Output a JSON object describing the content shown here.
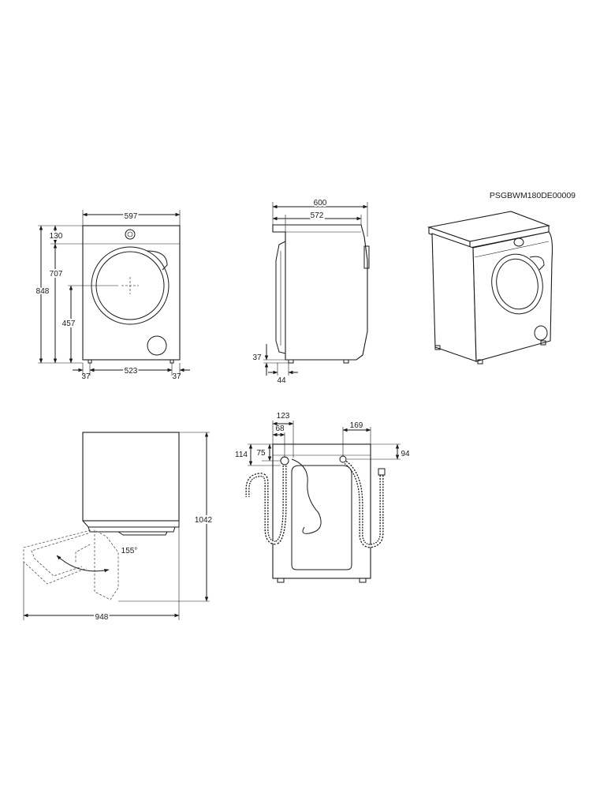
{
  "document_code": "PSGBWM180DE00009",
  "front_view": {
    "width": "597",
    "top_panel": "130",
    "door_height": "707",
    "total_height": "848",
    "door_center": "457",
    "feet_span": "523",
    "left_foot_offset": "37",
    "right_foot_offset": "37"
  },
  "side_view": {
    "total_depth": "600",
    "body_depth": "572",
    "foot_height": "37",
    "foot_offset": "44"
  },
  "open_door_view": {
    "height_with_open_door": "1042",
    "depth_with_open_door": "948",
    "door_angle": "155°"
  },
  "rear_view": {
    "left_hose_x": "123",
    "left_hose_x_inner": "68",
    "left_hose_height_outer": "114",
    "left_hose_height_inner": "75",
    "right_hose_x": "169",
    "right_hose_height": "94"
  }
}
